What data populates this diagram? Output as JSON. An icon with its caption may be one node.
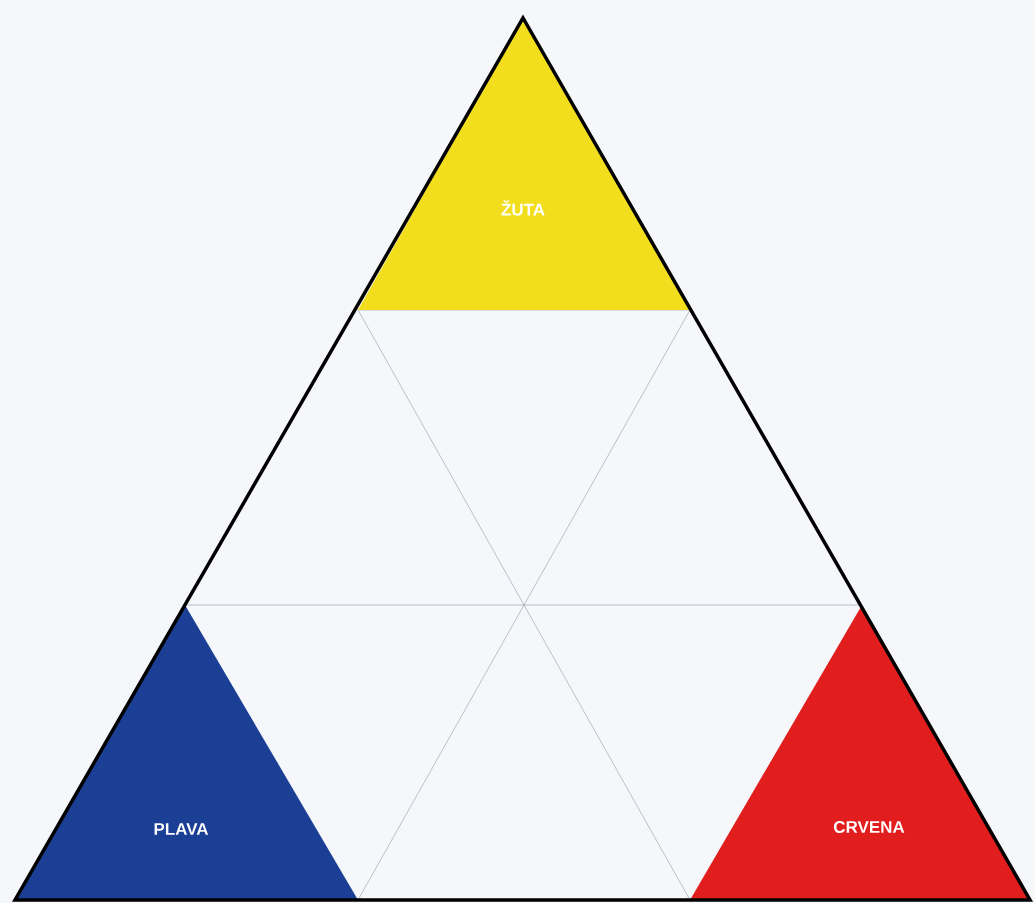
{
  "diagram": {
    "nodes": [
      {
        "text": [
          "ŽUTA"
        ]
      },
      {
        "text": [
          "PLAVA"
        ]
      },
      {
        "text": [
          "CRVENA"
        ]
      }
    ]
  }
}
